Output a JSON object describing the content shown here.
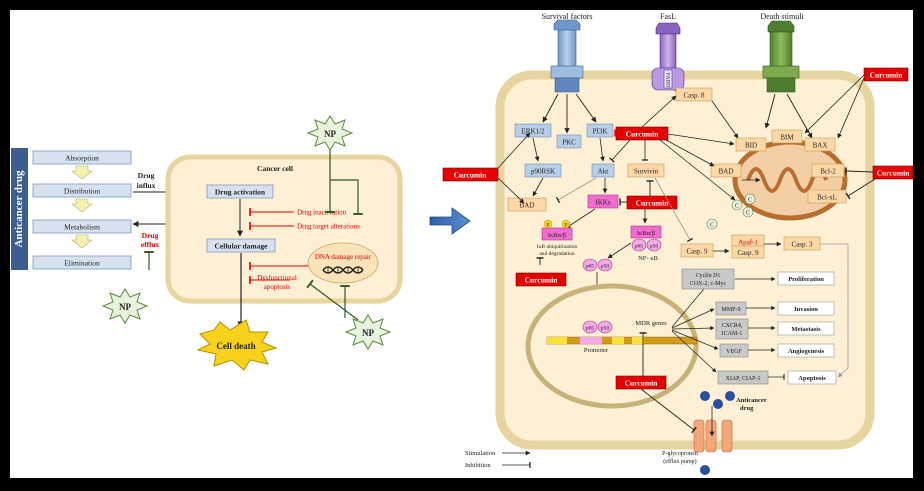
{
  "left_panel": {
    "vertical_title": "Anticancer drug",
    "pk_steps": [
      "Absorption",
      "Distribution",
      "Metabolism",
      "Elimination"
    ],
    "drug_influx": [
      "Drug",
      "influx"
    ],
    "drug_efflux": [
      "Drug",
      "efflux"
    ],
    "np_label": "NP",
    "cancer_cell_title": "Cancer cell",
    "drug_activation": "Drug activation",
    "cellular_damage": "Cellular damage",
    "drug_inactivation": "Drug inactivation",
    "drug_target_alterations": "Drug target alterations",
    "dna_damage_repair": "DNA damage repair",
    "dysfunctional_apoptosis": [
      "Dysfunctional",
      "apoptosis"
    ],
    "cell_death": "Cell death"
  },
  "right_panel": {
    "survival_factors": "Survival factors",
    "fasl": "FasL",
    "death_stimuli": "Death stimuli",
    "fadd": "FADD",
    "curcumin": "Curcumin",
    "kinases": [
      "ERK1/2",
      "PKC",
      "PI3K",
      "p90RSK",
      "Akt",
      "Survivin"
    ],
    "bad": "BAD",
    "ikks": "IKKs",
    "ikba_b": "IκBα/β",
    "ikb_ubiq": [
      "IκB ubiquitination",
      "and degradation"
    ],
    "p65": "p65",
    "p50": "p50",
    "nf_kb": "NF- κB",
    "casp8": "Casp. 8",
    "casp9": "Casp. 9",
    "casp3": "Casp. 3",
    "apaf1": "Apaf-1",
    "bid": "BID",
    "bim": "BIM",
    "bax": "BAX",
    "bcl2": "Bcl-2",
    "bclxl": "Bcl-xL",
    "cyt_c": "C",
    "promoter": "Promoter",
    "mdr_genes": "MDR genes",
    "p_label": "P",
    "targets": [
      {
        "genes": [
          "Cyclin D1",
          "COX-2, c-Myc"
        ],
        "outcome": "Proliferation"
      },
      {
        "genes": [
          "MMP-9"
        ],
        "outcome": "Invasion"
      },
      {
        "genes": [
          "CXCR4,",
          "ICAM-1"
        ],
        "outcome": "Metastasis"
      },
      {
        "genes": [
          "VEGF"
        ],
        "outcome": "Angiogenesis"
      },
      {
        "genes": [
          "XIAP, CIAP-1"
        ],
        "outcome": "Apoptosis"
      }
    ],
    "anticancer_drug": [
      "Anticancer",
      "drug"
    ],
    "pgp": [
      "P-glycoprotein",
      "(efflux pump)"
    ],
    "legend": {
      "stimulation": "Stimulation",
      "inhibition": "Inhibition"
    }
  },
  "colors": {
    "cell_fill": "#fdf0d5",
    "cell_border": "#e8d4a0",
    "curcumin": "#e60000",
    "pk_box": "#d6e2f0",
    "kinase_box": "#b8cde6",
    "bad_box": "#fbd8a6",
    "pink_box": "#f26bd1",
    "np_fill": "#e9f2dd",
    "blue_arrow": "#4472c4",
    "inhibit_red": "#e60000"
  }
}
